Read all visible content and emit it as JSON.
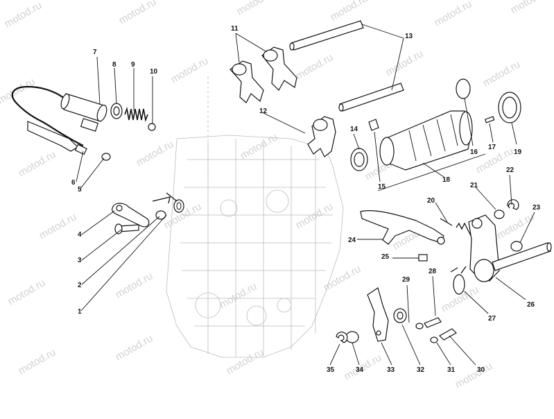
{
  "watermark": "motod.ru",
  "callouts": [
    "1",
    "2",
    "3",
    "4",
    "5",
    "6",
    "7",
    "8",
    "9",
    "10",
    "11",
    "12",
    "13",
    "14",
    "15",
    "16",
    "17",
    "18",
    "19",
    "20",
    "21",
    "22",
    "23",
    "24",
    "25",
    "26",
    "27",
    "28",
    "29",
    "30",
    "31",
    "32",
    "33",
    "34",
    "35"
  ]
}
